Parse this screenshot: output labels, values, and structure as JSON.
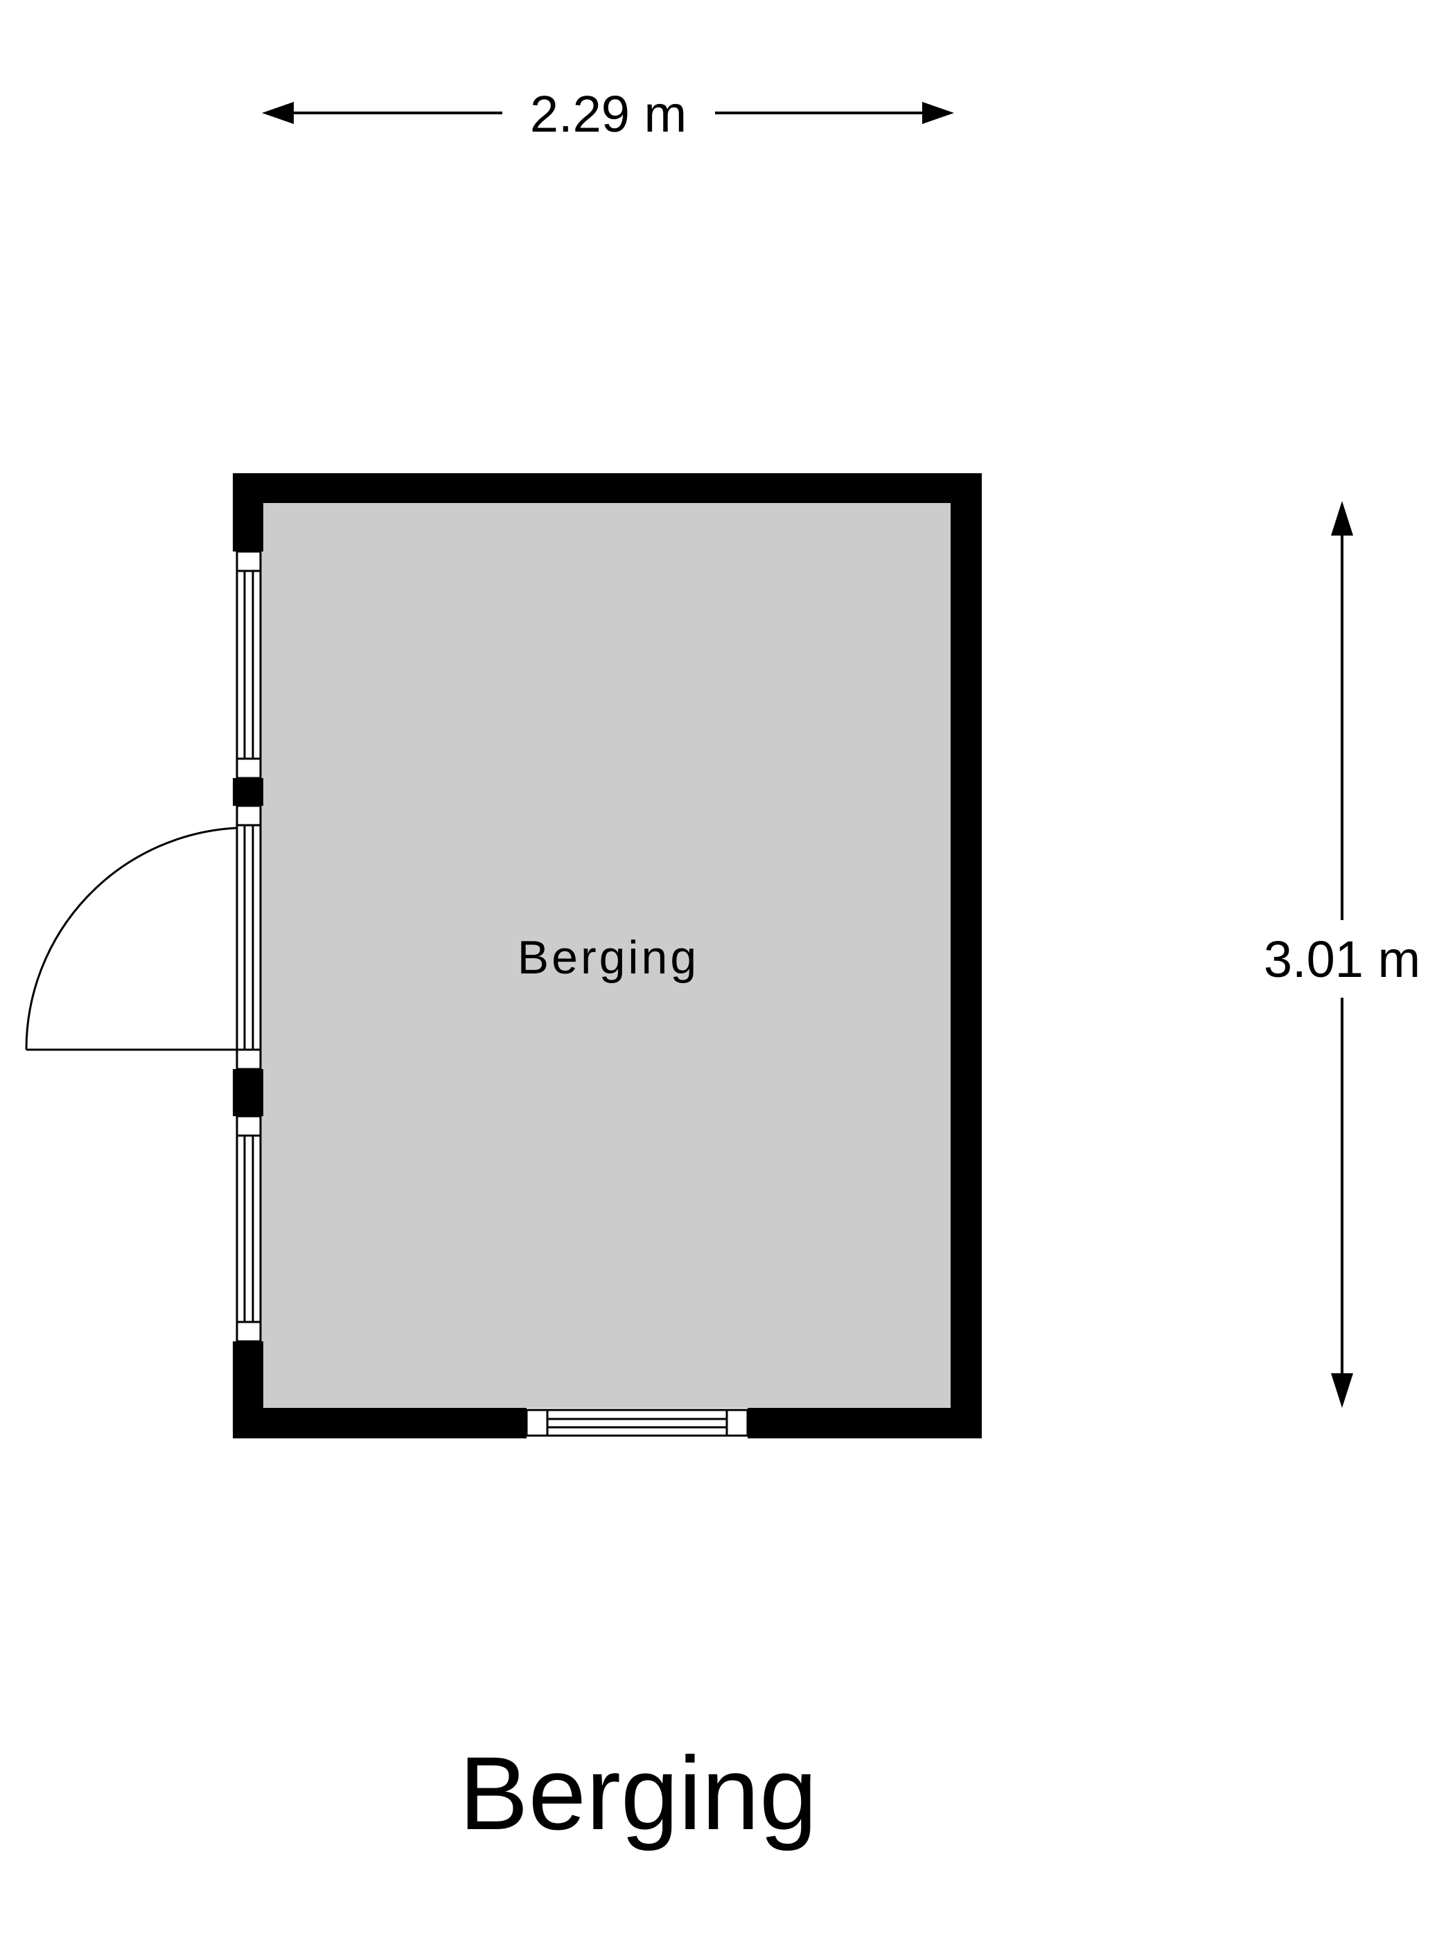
{
  "plan_title": "Berging",
  "room": {
    "label": "Berging"
  },
  "dimensions": {
    "width_label": "2.29 m",
    "height_label": "3.01 m"
  },
  "colors": {
    "floor": "#cccccc",
    "wall": "#000000",
    "background": "#ffffff"
  }
}
